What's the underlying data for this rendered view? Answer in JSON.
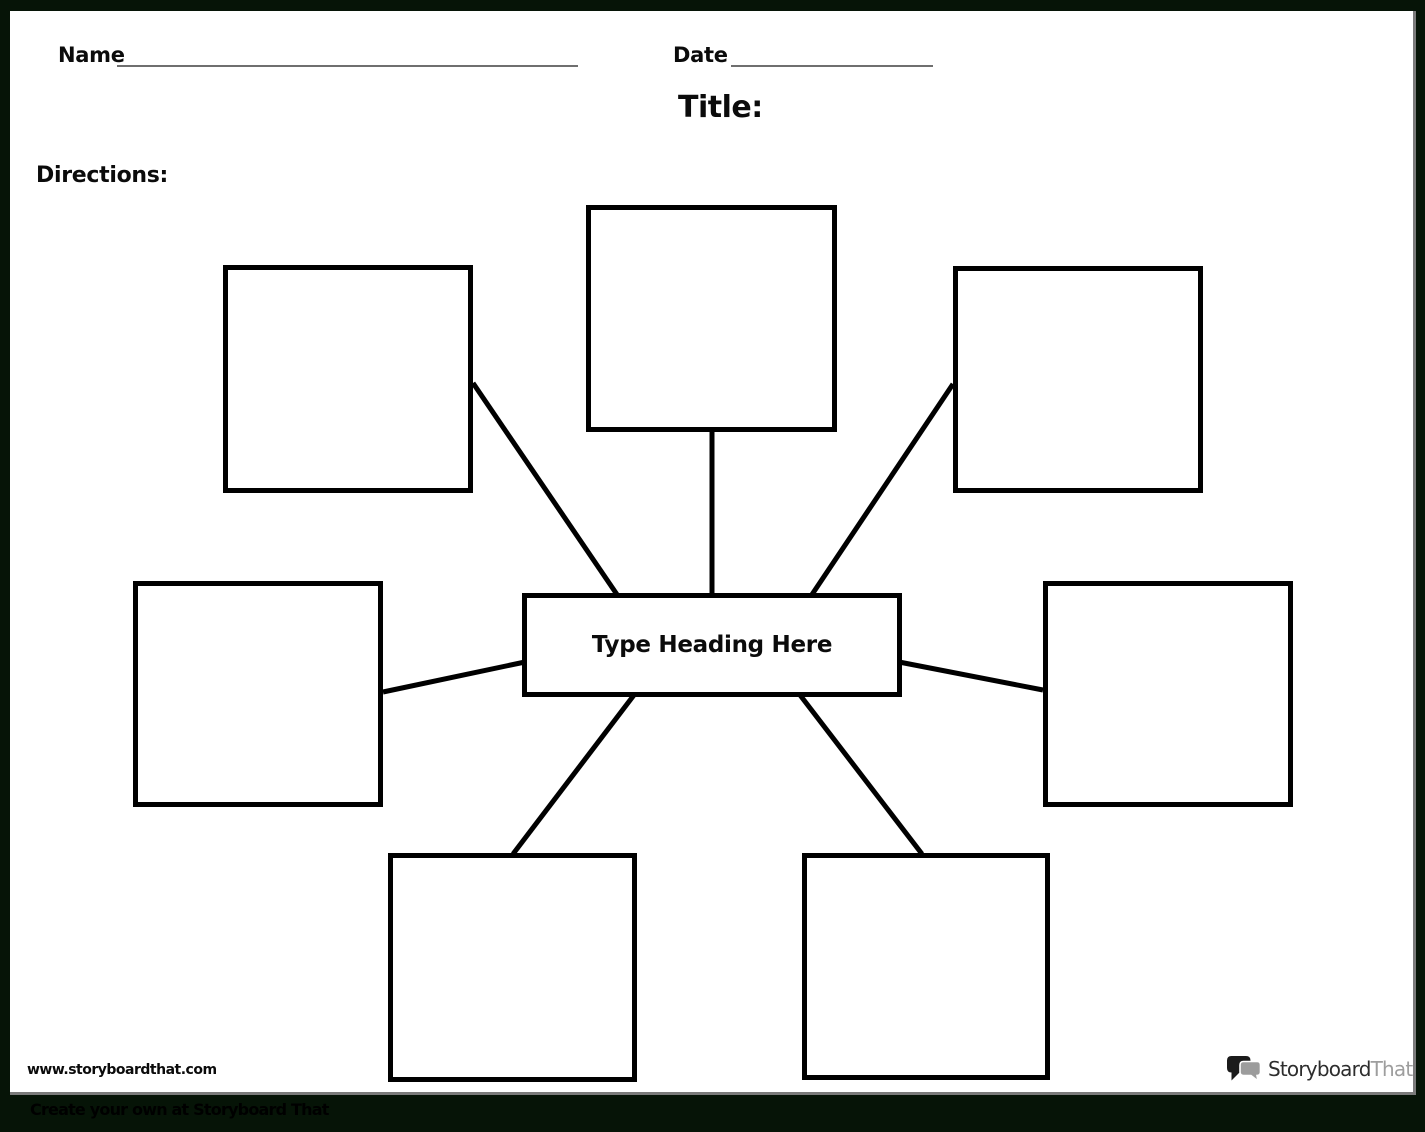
{
  "page": {
    "background_color": "#061407",
    "paper_color": "#ffffff",
    "edge_shadow_color": "#7b7b7b"
  },
  "header": {
    "name_label": "Name",
    "date_label": "Date",
    "title_label": "Title:",
    "directions_label": "Directions:"
  },
  "diagram": {
    "type": "spider-map",
    "center_label": "Type Heading Here",
    "node_count": 7,
    "line_color": "#000000",
    "nodes": [
      {
        "id": "top-left",
        "label": ""
      },
      {
        "id": "top-center",
        "label": ""
      },
      {
        "id": "top-right",
        "label": ""
      },
      {
        "id": "middle-left",
        "label": ""
      },
      {
        "id": "middle-right",
        "label": ""
      },
      {
        "id": "bottom-left",
        "label": ""
      },
      {
        "id": "bottom-right",
        "label": ""
      }
    ]
  },
  "footer": {
    "site_url": "www.storyboardthat.com",
    "watermark": "Create your own at Storyboard That",
    "logo": {
      "text_primary": "Storyboard",
      "text_secondary": "That",
      "primary_color": "#2d2d2d",
      "secondary_color": "#9e9e9e"
    }
  }
}
